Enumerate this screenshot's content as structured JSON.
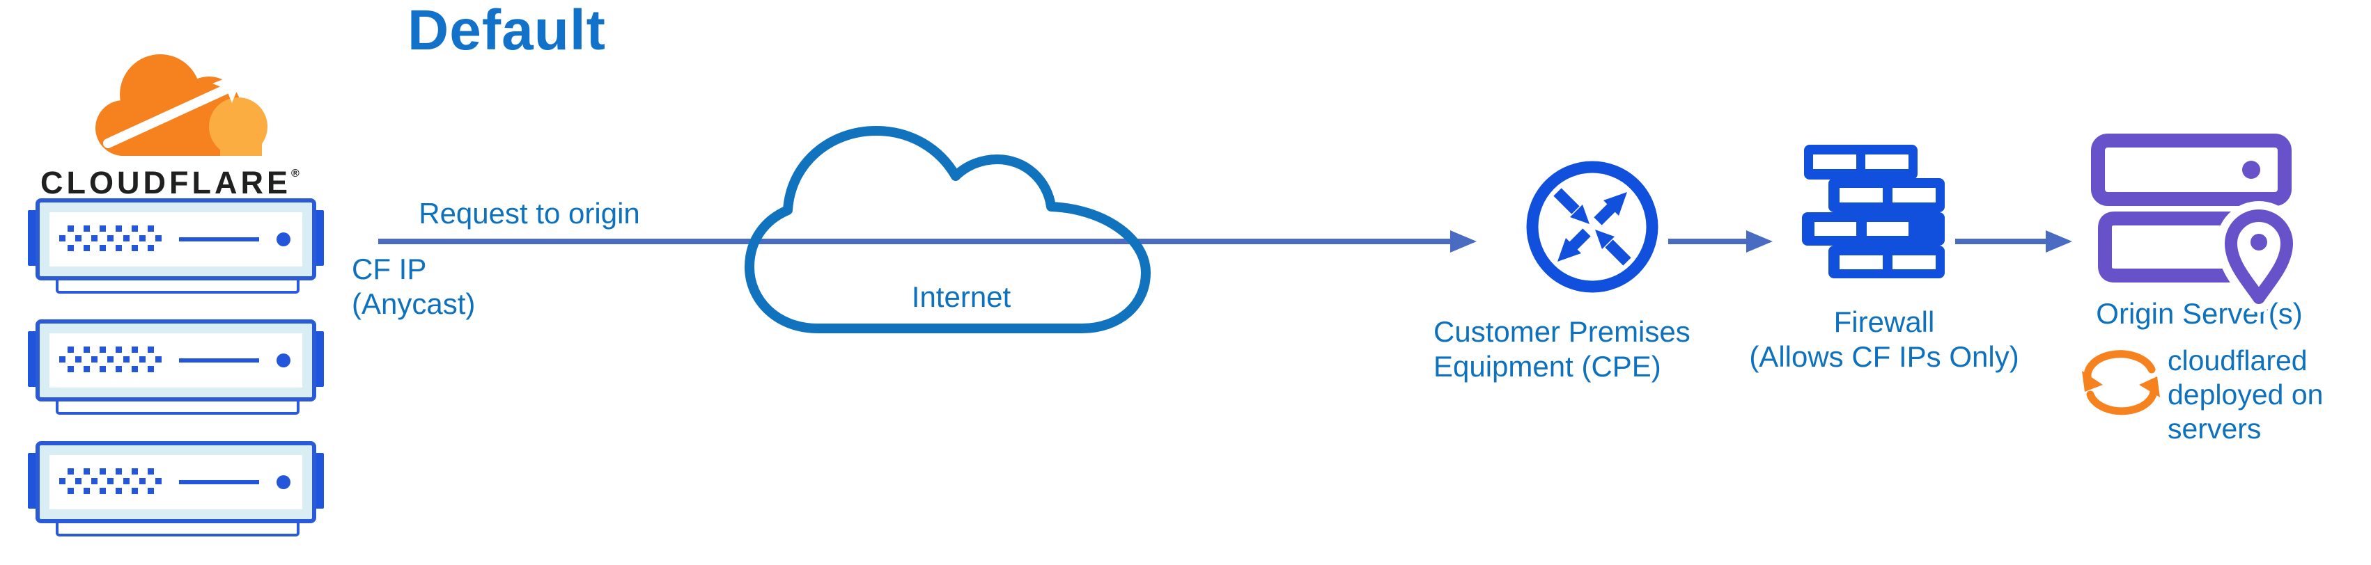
{
  "title": "Default",
  "cloudflare_node": {
    "wordmark": "CLOUDFLARE",
    "registered_mark": "®"
  },
  "flow": {
    "request_label": "Request to origin",
    "cf_ip_label": "CF IP\n(Anycast)"
  },
  "internet_node": {
    "label": "Internet"
  },
  "cpe_node": {
    "label": "Customer Premises\nEquipment (CPE)"
  },
  "firewall_node": {
    "label": "Firewall\n(Allows CF IPs Only)"
  },
  "origin_node": {
    "label": "Origin Server(s)",
    "cloudflared_note": "cloudflared\ndeployed on\nservers"
  },
  "icons": {
    "cloudflare_logo": "cloudflare-cloud-logo",
    "edge_servers": "server-rack-icon",
    "internet": "cloud-outline-icon",
    "cpe": "router-arrows-icon",
    "firewall": "brick-wall-icon",
    "origin": "server-stack-location-icon",
    "cloudflared": "sync-arrows-icon"
  },
  "colors": {
    "label_blue": "#0E71BD",
    "title_blue": "#1271C9",
    "connector_blue": "#4A6BC2",
    "icon_blue": "#1150DC",
    "cloud_stroke_blue": "#1173BD",
    "server_face_cyan": "#D8EDF4",
    "origin_purple": "#6852C9",
    "cloudflare_orange": "#F6821F",
    "cloudflare_orange_light": "#FBAD41",
    "wordmark_dark": "#202020"
  }
}
